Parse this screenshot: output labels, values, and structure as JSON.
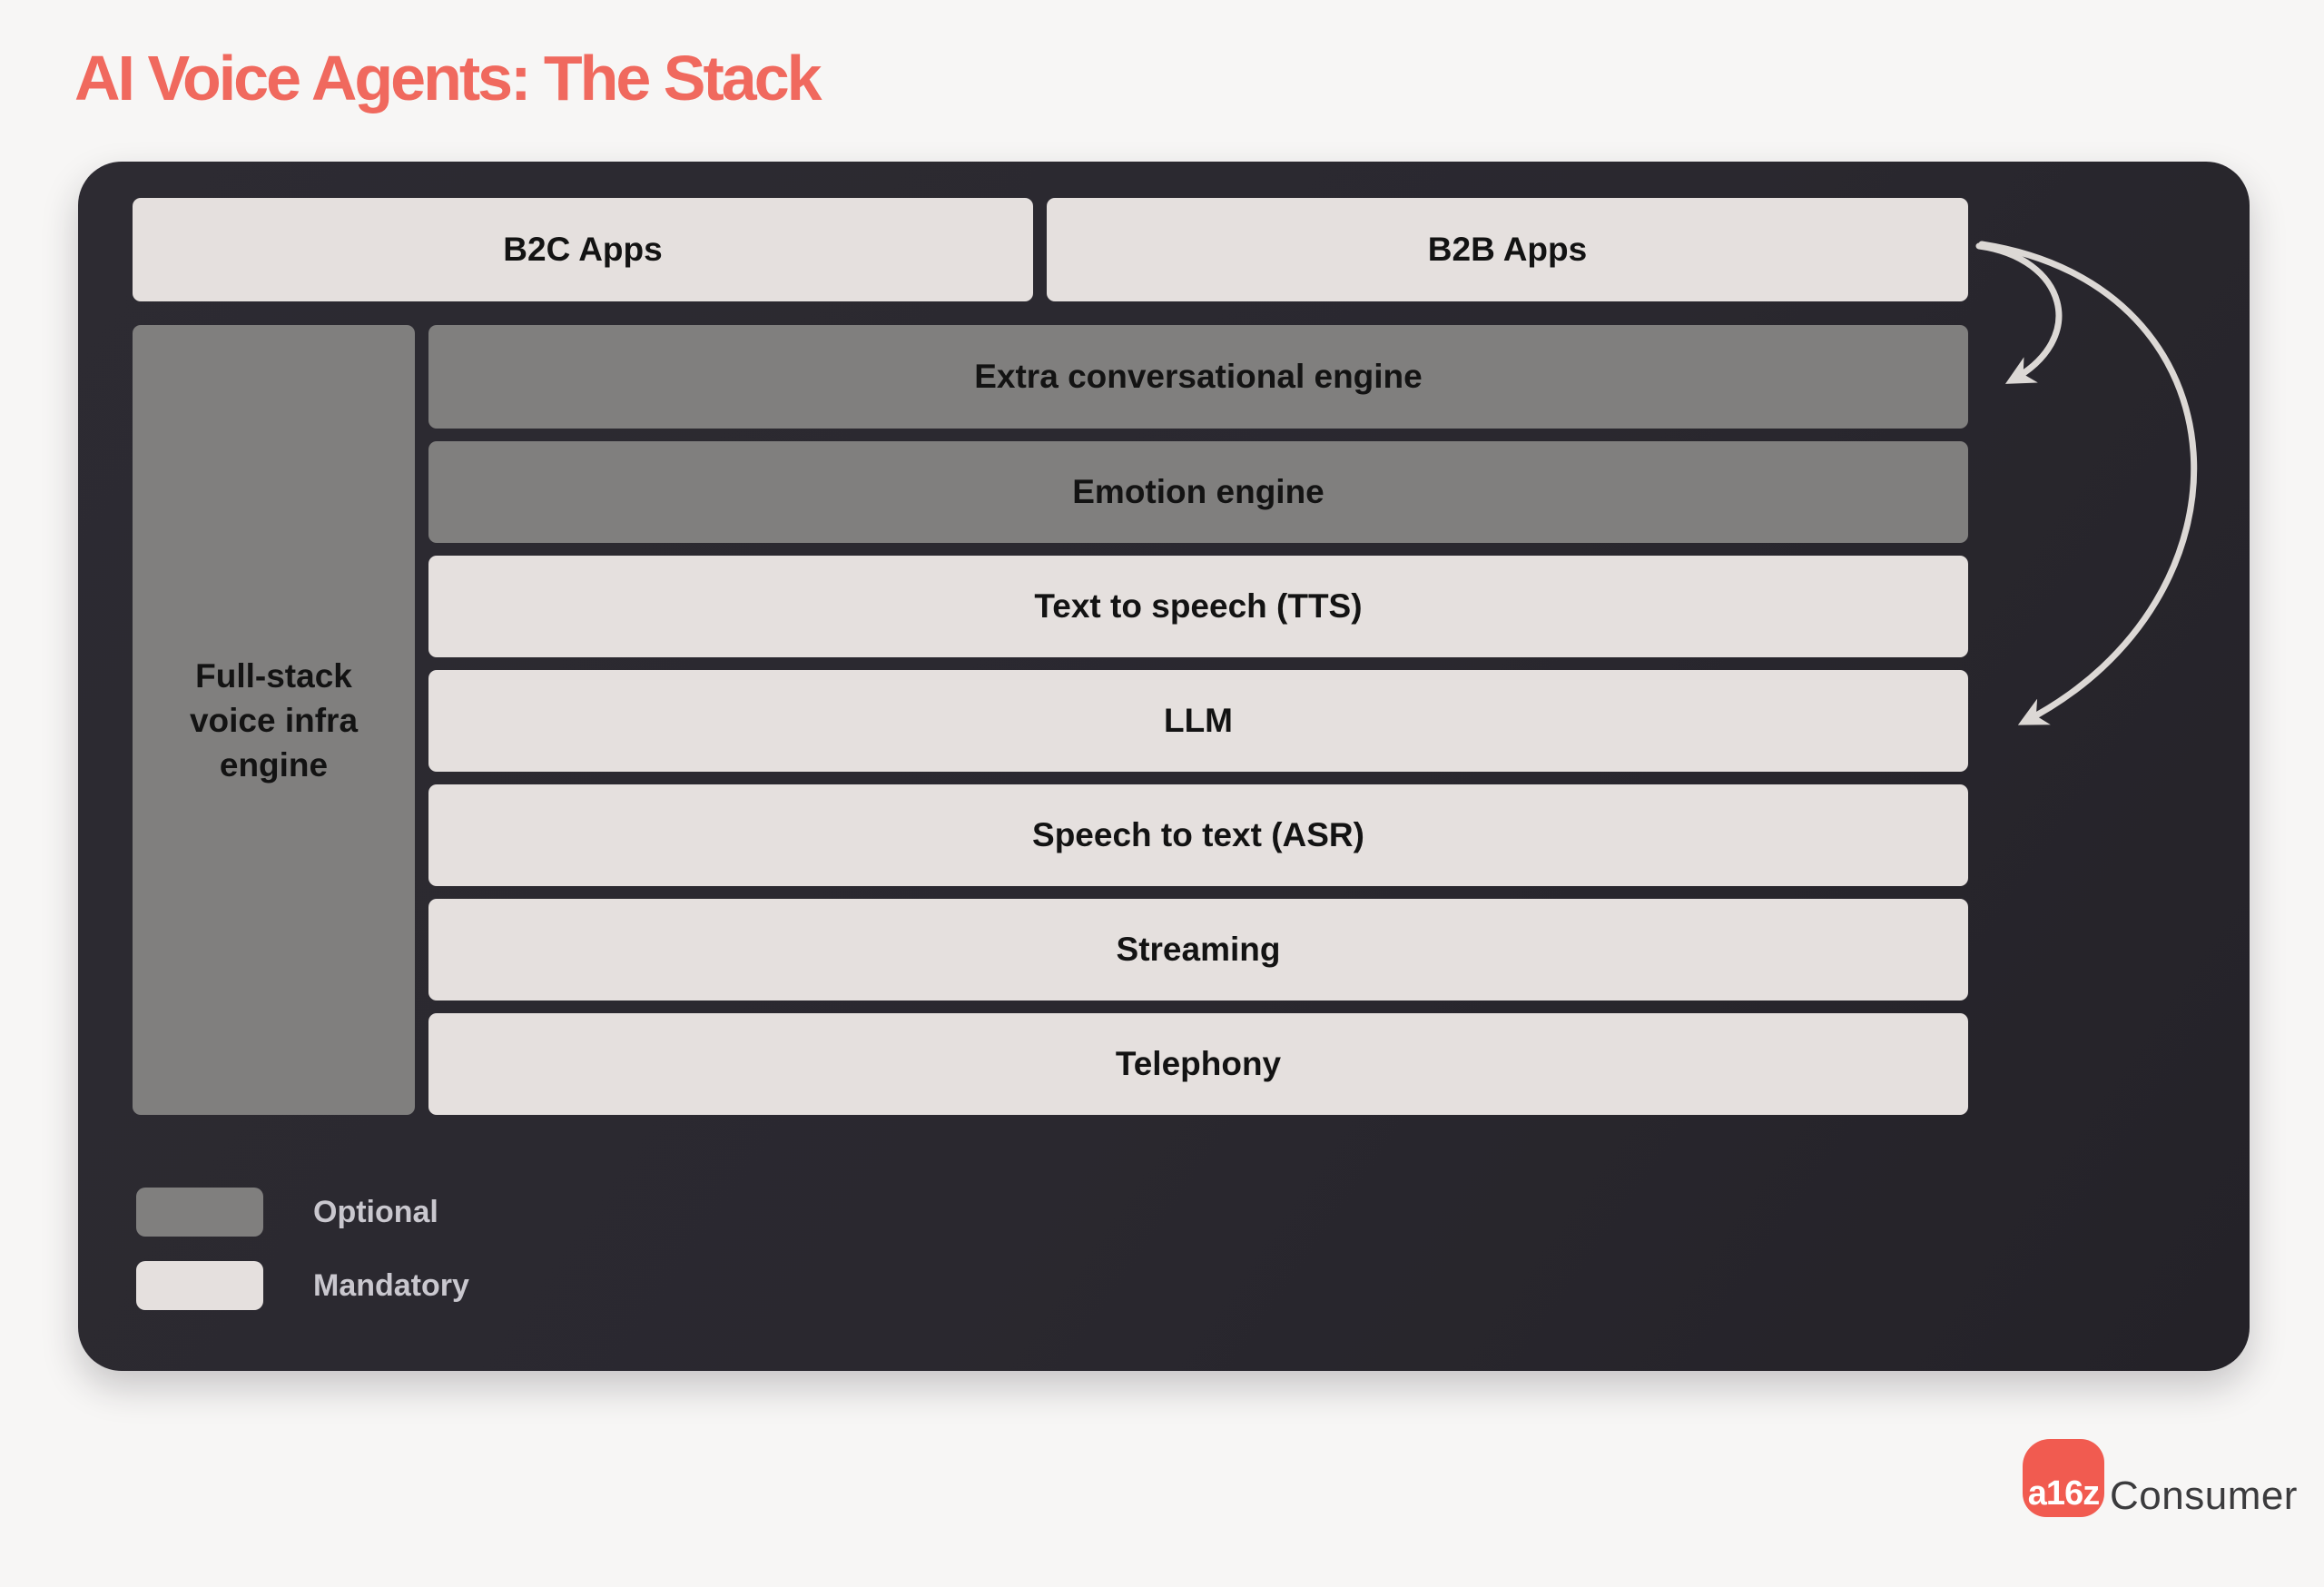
{
  "title": "AI Voice Agents: The Stack",
  "apps": {
    "b2c": {
      "label": "B2C Apps"
    },
    "b2b": {
      "label": "B2B Apps"
    }
  },
  "infra_column": {
    "label": "Full-stack voice infra engine"
  },
  "stack": {
    "rows": [
      {
        "label": "Extra conversational engine",
        "type": "optional"
      },
      {
        "label": "Emotion engine",
        "type": "optional"
      },
      {
        "label": "Text to speech (TTS)",
        "type": "mandatory"
      },
      {
        "label": "LLM",
        "type": "mandatory"
      },
      {
        "label": "Speech to text (ASR)",
        "type": "mandatory"
      },
      {
        "label": "Streaming",
        "type": "mandatory"
      },
      {
        "label": "Telephony",
        "type": "mandatory"
      }
    ]
  },
  "legend": [
    {
      "swatch": "optional",
      "label": "Optional"
    },
    {
      "swatch": "mandatory",
      "label": "Mandatory"
    }
  ],
  "logo": {
    "mark": "a16z",
    "text": "Consumer"
  },
  "colors": {
    "page-bg": "#f7f6f5",
    "accent": "#f0695e",
    "panel": "#2a282f",
    "optional": "#807f7e",
    "mandatory": "#e5e0de",
    "box-text": "#131313",
    "legend-text": "#c9c7ce",
    "arrow": "#dcd8d5",
    "logo-red": "#f15b50",
    "logo-text": "#3b3b3d"
  }
}
